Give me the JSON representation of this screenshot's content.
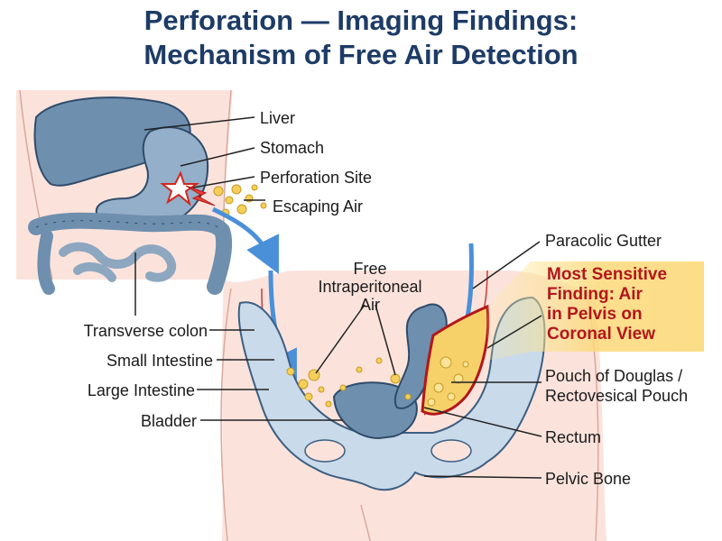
{
  "title": {
    "line1": "Perforation — Imaging Findings:",
    "line2": "Mechanism of Free Air Detection"
  },
  "labels": {
    "liver": "Liver",
    "stomach": "Stomach",
    "perforation_site": "Perforation Site",
    "escaping_air": "Escaping Air",
    "paracolic_gutter": "Paracolic Gutter",
    "free_air_1": "Free",
    "free_air_2": "Intraperitoneal",
    "free_air_3": "Air",
    "transverse_colon": "Transverse colon",
    "small_intestine": "Small Intestine",
    "large_intestine": "Large Intestine",
    "bladder": "Bladder",
    "pouch_1": "Pouch of Douglas /",
    "pouch_2": "Rectovesical Pouch",
    "rectum": "Rectum",
    "pelvic_bone": "Pelvic Bone"
  },
  "key_finding": {
    "line1": "Most Sensitive",
    "line2": "Finding: Air",
    "line3": "in Pelvis on",
    "line4": "Coronal View"
  },
  "colors": {
    "title": "#1d3b66",
    "skin": "#fbe3dc",
    "organ": "#6f8fae",
    "bone": "#c9daea",
    "air": "#f6cf5a",
    "highlight": "#b3161b",
    "flow_arrow": "#4a90d9"
  }
}
